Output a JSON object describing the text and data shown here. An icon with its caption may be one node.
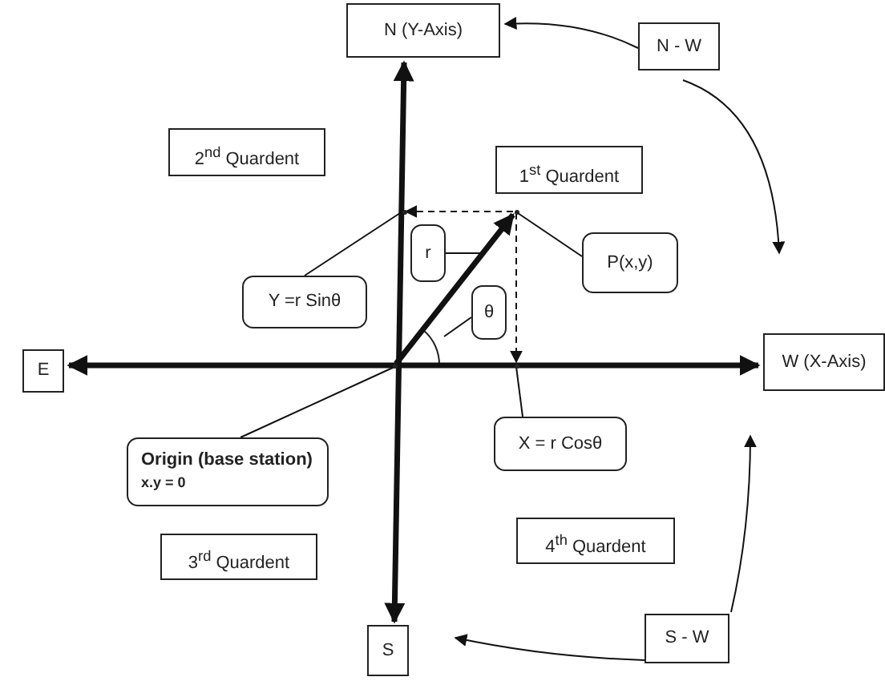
{
  "diagram": {
    "nodes": [
      {
        "text": [
          "N (Y-Axis)"
        ]
      },
      {
        "text": [
          "N - W"
        ]
      },
      {
        "text": [
          "2$^{nd}$ Quardent"
        ]
      },
      {
        "text": [
          "1$^{st}$ Quardent"
        ]
      },
      {
        "text": [
          "r"
        ]
      },
      {
        "text": [
          "θ"
        ]
      },
      {
        "text": [
          "P(x,y)"
        ]
      },
      {
        "text": [
          "Y =r  Sinθ"
        ]
      },
      {
        "text": [
          "E"
        ]
      },
      {
        "text": [
          "W (X-Axis)"
        ]
      },
      {
        "text": [
          "Origin (base station)",
          "x.y = 0"
        ]
      },
      {
        "text": [
          "X = r Cosθ"
        ]
      },
      {
        "text": [
          "3$^{rd}$ Quardent"
        ]
      },
      {
        "text": [
          "4$^{th}$ Quardent"
        ]
      },
      {
        "text": [
          "S - W"
        ]
      },
      {
        "text": [
          "S"
        ]
      },
      {
        "text": [],
        "shape": "point"
      },
      {
        "text": [],
        "shape": "point"
      },
      {
        "text": [],
        "shape": "point"
      },
      {
        "text": [],
        "shape": "point"
      }
    ],
    "edges": [
      {
        "from": 15,
        "to": 0,
        "arrow": "both",
        "style": "thick"
      },
      {
        "from": 8,
        "to": 9,
        "arrow": "both",
        "style": "thick"
      },
      {
        "from": 16,
        "to": 17,
        "arrow": "to",
        "style": "thick"
      },
      {
        "from": 17,
        "to": 18,
        "arrow": "to",
        "style": "dashed"
      },
      {
        "from": 17,
        "to": 19,
        "arrow": "to",
        "style": "dashed"
      },
      {
        "from": 1,
        "to": 0,
        "arrow": "to"
      },
      {
        "from": 1,
        "to": 9,
        "arrow": "to"
      },
      {
        "from": 14,
        "to": 9,
        "arrow": "to"
      },
      {
        "from": 14,
        "to": 15,
        "arrow": "to"
      },
      {
        "from": 6,
        "to": 17,
        "arrow": "none"
      },
      {
        "from": 7,
        "to": 18,
        "arrow": "none"
      },
      {
        "from": 4,
        "to": null,
        "arrow": "none"
      },
      {
        "from": 5,
        "to": null,
        "arrow": "none"
      },
      {
        "from": 11,
        "to": 19,
        "arrow": "none"
      },
      {
        "from": 10,
        "to": 16,
        "arrow": "none"
      }
    ]
  }
}
